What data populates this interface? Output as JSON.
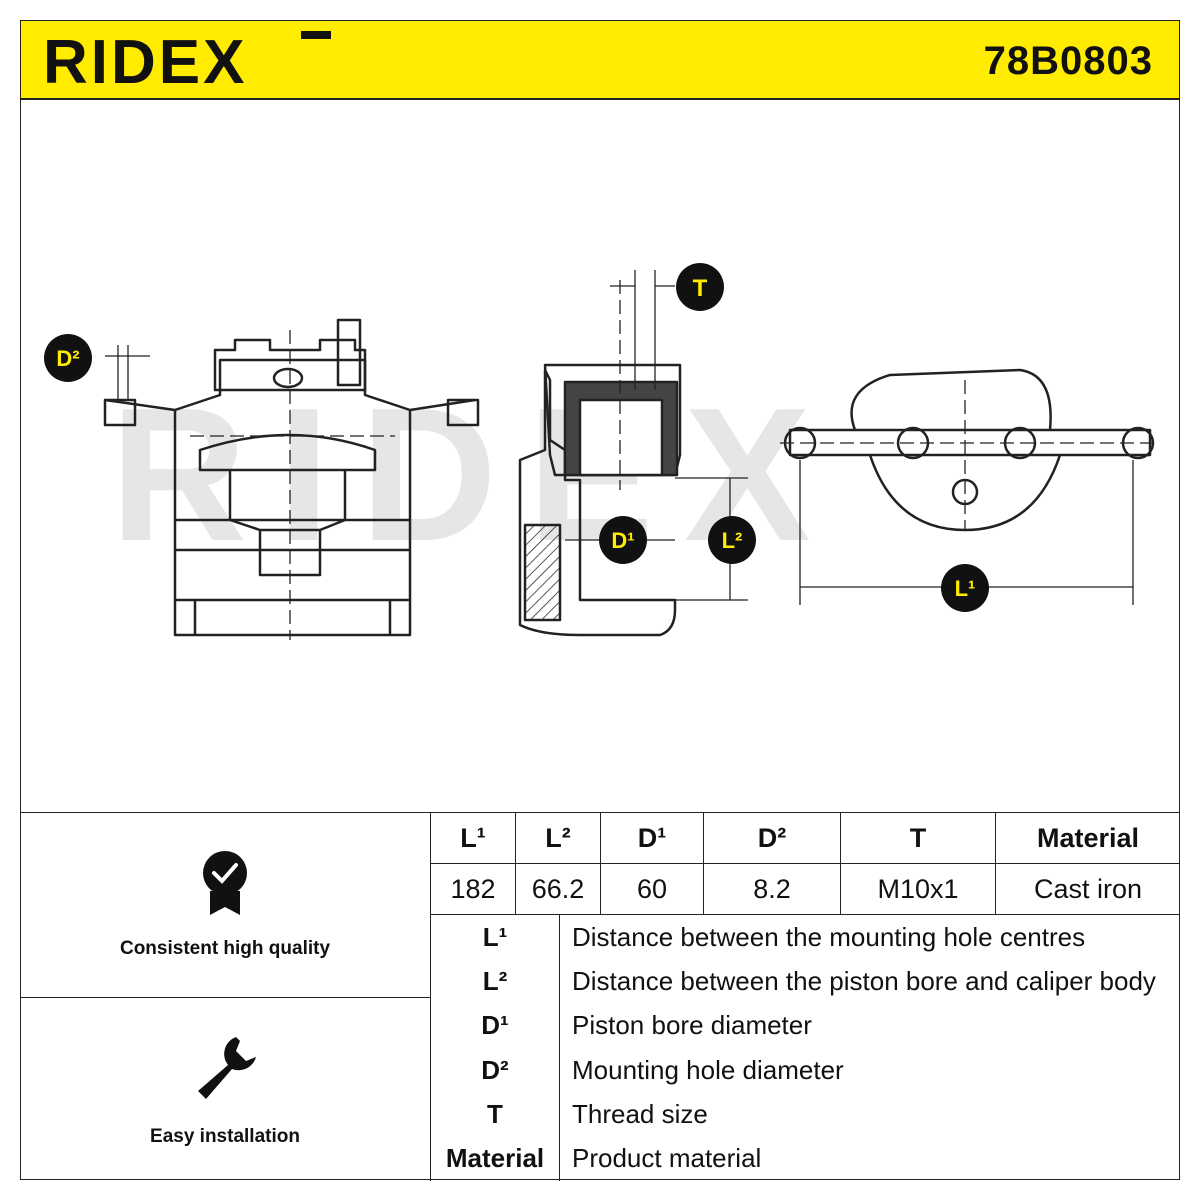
{
  "header": {
    "brand": "RIDEX",
    "part_number": "78B0803"
  },
  "drawing": {
    "watermark": "RIDEX",
    "callouts": {
      "d2": "D²",
      "t": "T",
      "d1": "D¹",
      "l2": "L²",
      "l1": "L¹"
    }
  },
  "features": [
    {
      "icon": "quality-badge-icon",
      "label": "Consistent high quality"
    },
    {
      "icon": "wrench-icon",
      "label": "Easy installation"
    }
  ],
  "spec_table": {
    "headers": [
      "L¹",
      "L²",
      "D¹",
      "D²",
      "T",
      "Material"
    ],
    "values": [
      "182",
      "66.2",
      "60",
      "8.2",
      "M10x1",
      "Cast iron"
    ]
  },
  "legend": [
    {
      "code": "L¹",
      "description": "Distance between the mounting hole centres"
    },
    {
      "code": "L²",
      "description": "Distance between the piston bore and caliper body"
    },
    {
      "code": "D¹",
      "description": "Piston bore diameter"
    },
    {
      "code": "D²",
      "description": "Mounting hole diameter"
    },
    {
      "code": "T",
      "description": "Thread size"
    },
    {
      "code": "Material",
      "description": "Product material"
    }
  ],
  "colors": {
    "header_bg": "#ffec00",
    "callout_fill": "#111111",
    "callout_text": "#ffec00",
    "watermark": "#e6e6e6"
  }
}
